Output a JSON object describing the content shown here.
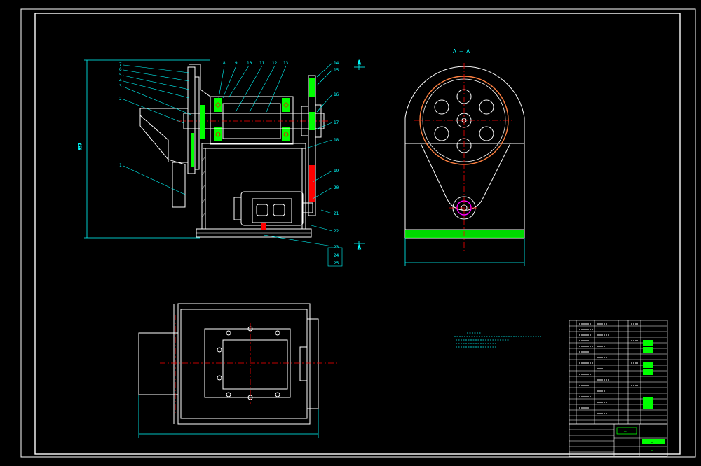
{
  "colors": {
    "background": "#000000",
    "outline": "#ffffff",
    "dimension": "#00ffff",
    "center_line": "#ff0000",
    "leader": "#00ffff",
    "section_hatch": "#00ff00",
    "part_magenta": "#ff00ff",
    "part_orange": "#ff8040"
  },
  "section_view": {
    "balloons": [
      "1",
      "2",
      "3",
      "4",
      "5",
      "6",
      "7",
      "8",
      "9",
      "10",
      "11",
      "12",
      "13",
      "14",
      "15",
      "16",
      "17",
      "18",
      "19",
      "20",
      "21",
      "22",
      "23",
      "24",
      "25"
    ],
    "section_label": "A"
  },
  "side_view": {
    "title": "A — A"
  },
  "title_block": {
    "tag": "—",
    "code": "—",
    "drawing_number": "—"
  }
}
